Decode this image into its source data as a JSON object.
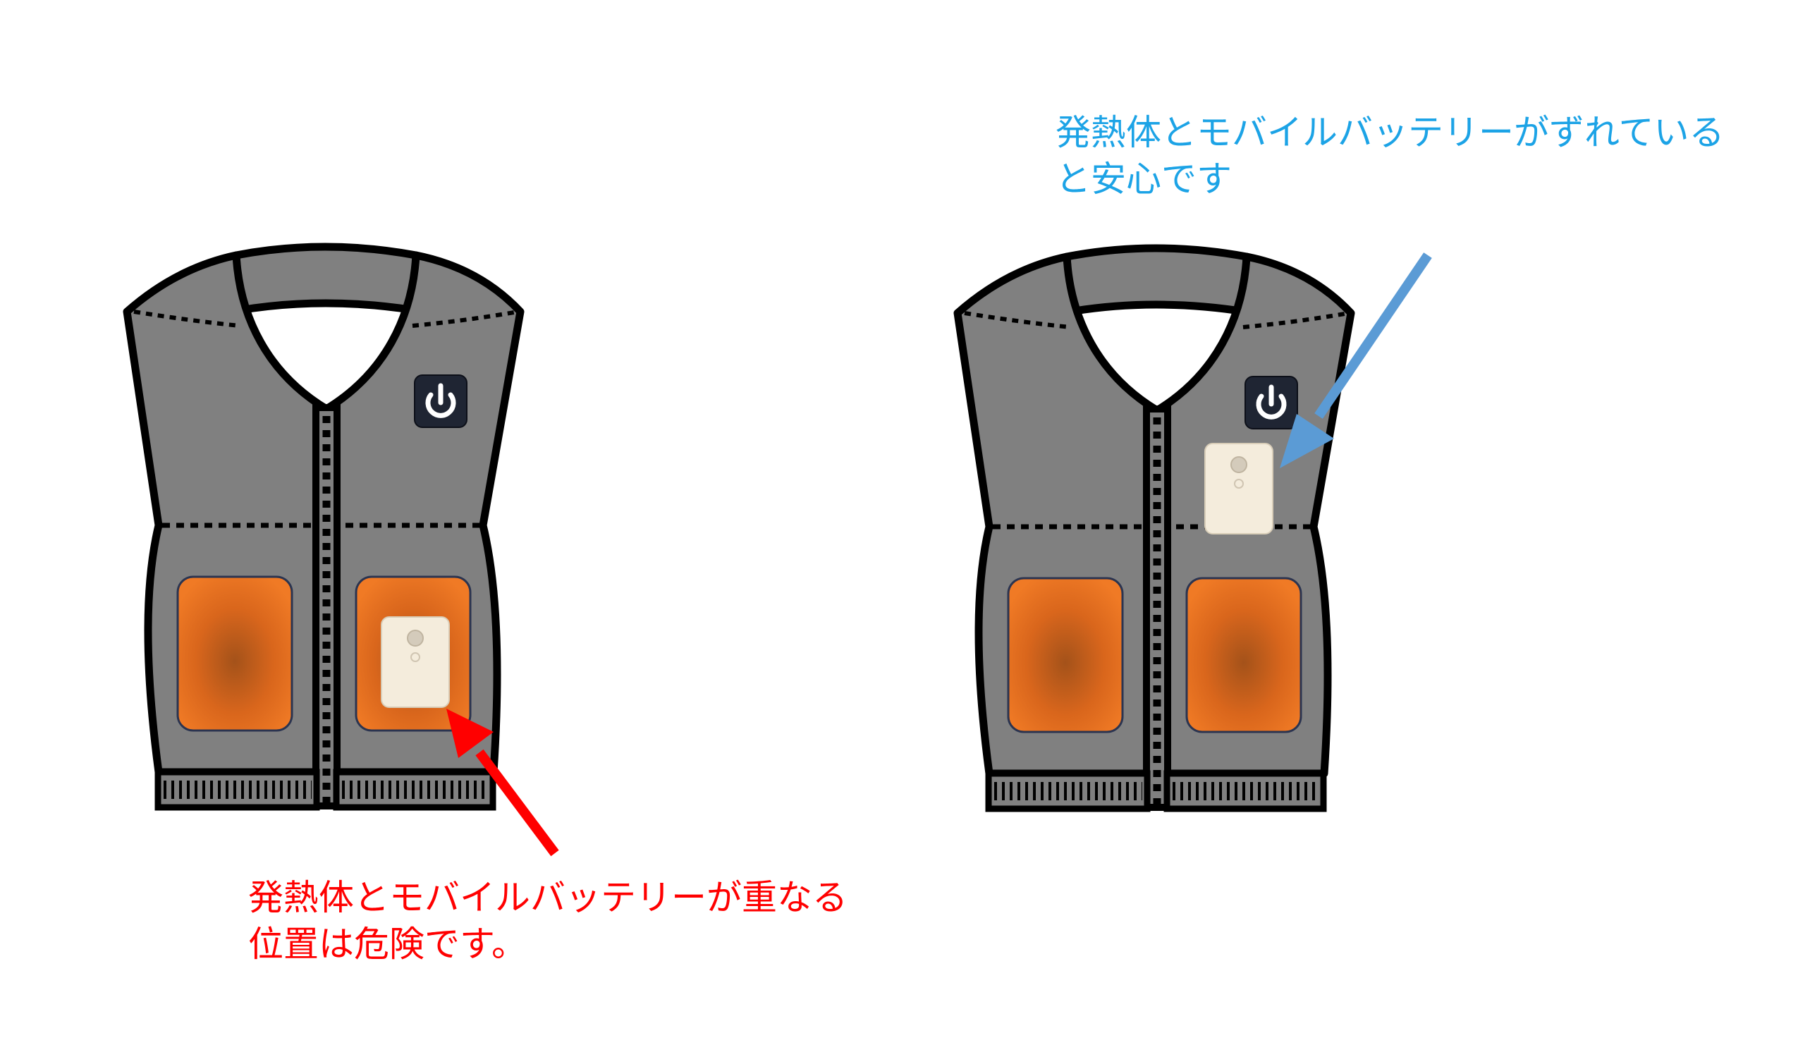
{
  "danger": {
    "line1": "発熱体とモバイルバッテリーが重なる",
    "line2": "位置は危険です。",
    "arrow_color": "#ff0000",
    "battery_position": "overlapping right heating pad"
  },
  "safe": {
    "line1": "発熱体とモバイルバッテリーがずれている",
    "line2": "と安心です",
    "text_color": "#1ca3e6",
    "arrow_color": "#5b9bd5",
    "battery_position": "upper chest, above heating pads"
  },
  "colors": {
    "vest_fill": "#808080",
    "outline": "#000000",
    "heating_pad_outer": "#e96f1f",
    "heating_pad_center": "#a4521a",
    "battery": "#f4ecdc",
    "power_button": "#1f2533"
  },
  "icons": [
    "vest-icon",
    "power-button-icon",
    "heating-pad-icon",
    "mobile-battery-icon",
    "arrow-icon"
  ]
}
